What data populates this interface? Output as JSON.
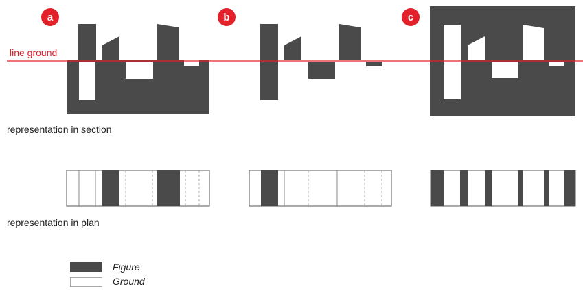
{
  "colors": {
    "figure": "#4a4a4a",
    "ground": "#ffffff",
    "accent": "#e4202b",
    "outline": "#555555",
    "dashed": "#a8a8a8"
  },
  "badges": {
    "a": "a",
    "b": "b",
    "c": "c"
  },
  "labels": {
    "line_ground": "line ground",
    "section": "representation in section",
    "plan": "representation in plan"
  },
  "legend": {
    "figure": "Figure",
    "ground": "Ground"
  }
}
